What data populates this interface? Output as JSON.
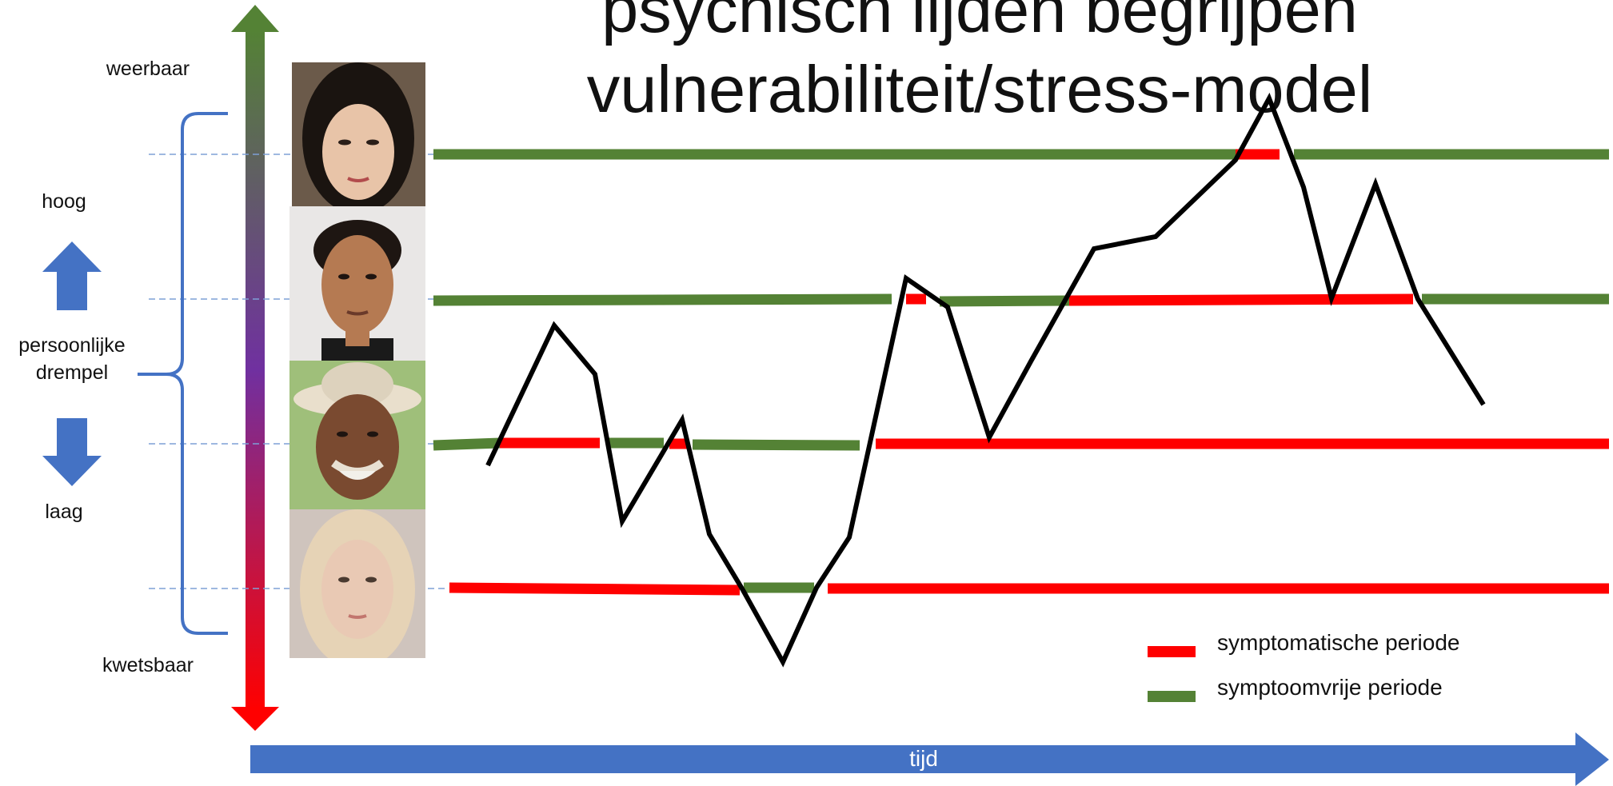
{
  "title": {
    "line1": "psychisch lijden begrijpen",
    "line2": "vulnerabiliteit/stress-model"
  },
  "vertical_axis": {
    "top_label": "weerbaar",
    "bottom_label": "kwetsbaar",
    "colors": {
      "top": "#548235",
      "middle": "#7030a0",
      "bottom": "#ff0000"
    }
  },
  "threshold": {
    "high_label": "hoog",
    "center_label_line1": "persoonlijke",
    "center_label_line2": "drempel",
    "low_label": "laag",
    "arrow_color": "#4472c4",
    "brace_color": "#4472c4"
  },
  "time_axis": {
    "label": "tijd",
    "color": "#4472c4"
  },
  "legend": [
    {
      "label": "symptomatische periode",
      "color": "#ff0000"
    },
    {
      "label": "symptoomvrije periode",
      "color": "#548235"
    }
  ],
  "faces": [
    {
      "name": "face-young-woman",
      "skin": "#e8c4a8",
      "hair": "#1a1410",
      "bg": "#6b5a4a"
    },
    {
      "name": "face-young-man",
      "skin": "#b57a52",
      "hair": "#1e1612",
      "bg": "#e9e7e6"
    },
    {
      "name": "face-old-man-hat",
      "skin": "#7a4a30",
      "hair": "#e8e0d2",
      "bg": "#9fbf7a"
    },
    {
      "name": "face-blonde-woman",
      "skin": "#e9c9b4",
      "hair": "#e6d3b6",
      "bg": "#cfc4bd"
    }
  ],
  "stress_curve": {
    "color": "#000000"
  }
}
